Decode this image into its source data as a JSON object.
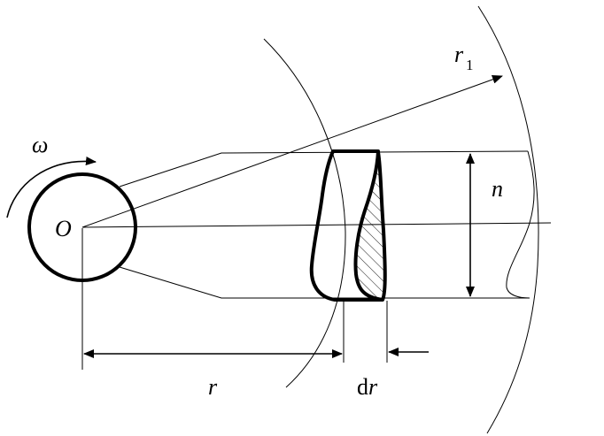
{
  "labels": {
    "omega": "ω",
    "origin": "O",
    "outer_radius_main": "r",
    "outer_radius_sub": "1",
    "height": "n",
    "radius": "r",
    "dr_prefix": "d",
    "dr_var": "r"
  }
}
